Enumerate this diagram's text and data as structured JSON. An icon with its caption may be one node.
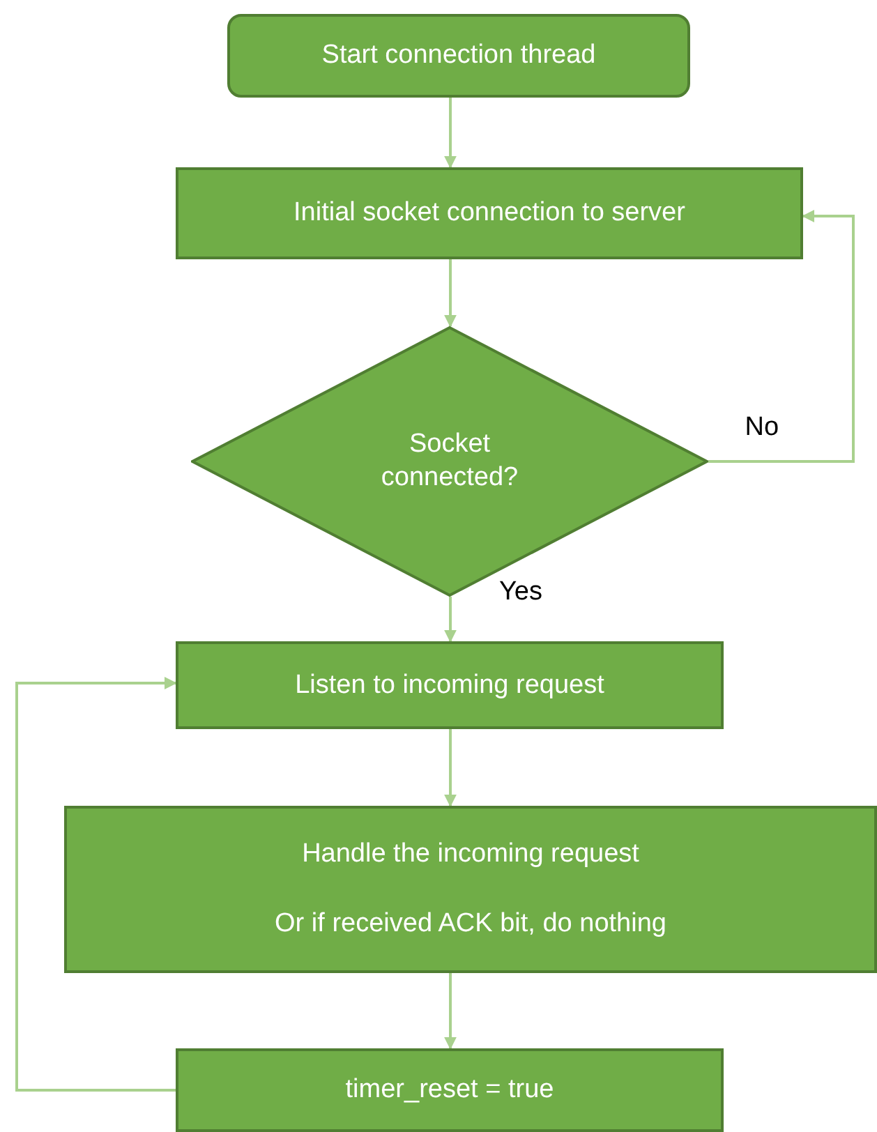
{
  "diagram": {
    "nodes": [
      {
        "text": [
          "Start connection thread"
        ]
      },
      {
        "text": [
          "Initial socket connection to server"
        ]
      },
      {
        "text": [
          "Socket connected?"
        ]
      },
      {
        "text": [
          "Listen to incoming request"
        ]
      },
      {
        "text": [
          "Handle the incoming request",
          "Or if received ACK bit, do nothing"
        ]
      },
      {
        "text": [
          "timer_reset = true"
        ]
      }
    ],
    "edges": [
      {
        "from": 0,
        "to": 1,
        "arrow": "to"
      },
      {
        "from": 1,
        "to": 2,
        "arrow": "to"
      },
      {
        "from": 2,
        "to": 1,
        "arrow": "to",
        "label": "No"
      },
      {
        "from": 2,
        "to": 3,
        "arrow": "to",
        "label": "Yes"
      },
      {
        "from": 3,
        "to": 4,
        "arrow": "to"
      },
      {
        "from": 4,
        "to": 5,
        "arrow": "to"
      },
      {
        "from": 5,
        "to": 3,
        "arrow": "to"
      }
    ]
  }
}
